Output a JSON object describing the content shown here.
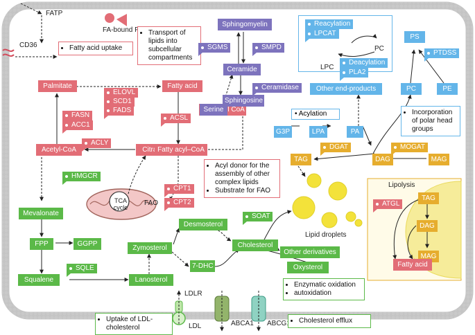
{
  "membrane": {
    "fatp": "FATP",
    "cd36": "CD36",
    "ldlr": "LDLR",
    "ldl": "LDL",
    "abca1": "ABCA1",
    "abcg1": "ABCG1",
    "fabp": "FA-bound FABP"
  },
  "notes": {
    "fa_uptake": [
      "Fatty acid uptake"
    ],
    "transport": [
      "Transport of lipids into subcellular compartments"
    ],
    "fatty_acyl": [
      "Acyl donor for the assembly of other complex lipids",
      "Substrate for FAO"
    ],
    "ldl_uptake": [
      "Uptake of LDL-cholesterol"
    ],
    "efflux": [
      "Cholesterol efflux"
    ],
    "oxysterol": [
      "Enzymatic oxidation",
      "autoxidation"
    ],
    "polar": [
      "Incorporation of polar head groups"
    ]
  },
  "fa": {
    "palmitate": "Palmitate",
    "fatty_acid": "Fatty acid",
    "acetyl_coa": "Acetyl-CoA",
    "citrate": "Citrate",
    "fatty_acyl_coa": "Fatty acyl–CoA",
    "palmitoyl_coa": "Palmitoyl CoA",
    "elovl": "ELOVL",
    "scd1": "SCD1",
    "fads": "FADS",
    "fasn": "FASN",
    "acc1": "ACC1",
    "acly": "ACLY",
    "acsl": "ACSL",
    "cpt1": "CPT1",
    "cpt2": "CPT2",
    "fao": "FAO",
    "tca": "TCA cycle"
  },
  "sphingo": {
    "sphingomyelin": "Sphingomyelin",
    "ceramide": "Ceramide",
    "sphingosine": "Sphingosine",
    "serine": "Serine",
    "sgms": "SGMS",
    "smpd": "SMPD",
    "ceramidase": "Ceramidase"
  },
  "sterol": {
    "hmgcr": "HMGCR",
    "mevalonate": "Mevalonate",
    "fpp": "FPP",
    "ggpp": "GGPP",
    "squalene": "Squalene",
    "sqle": "SQLE",
    "lanosterol": "Lanosterol",
    "zymosterol": "Zymosterol",
    "desmosterol": "Desmosterol",
    "dhc7": "7-DHC",
    "cholesterol": "Cholesterol",
    "soat": "SOAT",
    "other_derivatives": "Other derivatives",
    "oxysterol": "Oxysterol"
  },
  "glycero": {
    "reacylation": "Reacylation",
    "lpcat": "LPCAT",
    "deacylation": "Deacylation",
    "pla2": "PLA2",
    "lpc": "LPC",
    "pc_small": "PC",
    "ps": "PS",
    "ptdss": "PTDSS",
    "pc": "PC",
    "pe": "PE",
    "other_end": "Other end-products",
    "acylation": "Acylation",
    "g3p": "G3P",
    "lpa": "LPA",
    "pa": "PA",
    "dgat": "DGAT",
    "mogat": "MOGAT",
    "tag": "TAG",
    "dag": "DAG",
    "mag": "MAG"
  },
  "lipolysis": {
    "title": "Lipolysis",
    "lipid_droplets": "Lipid droplets",
    "atgl": "ATGL",
    "tag": "TAG",
    "dag": "DAG",
    "mag": "MAG",
    "fatty_acid": "Fatty acid"
  },
  "colors": {
    "fatty_acid": "#e26d76",
    "sterol": "#5bb948",
    "sphingolipid": "#7d73bd",
    "glycerophospholipid": "#63b5e9",
    "glycerolipid": "#e6ad2e",
    "membrane": "#b7b7b7",
    "droplet": "#f3e23a"
  }
}
